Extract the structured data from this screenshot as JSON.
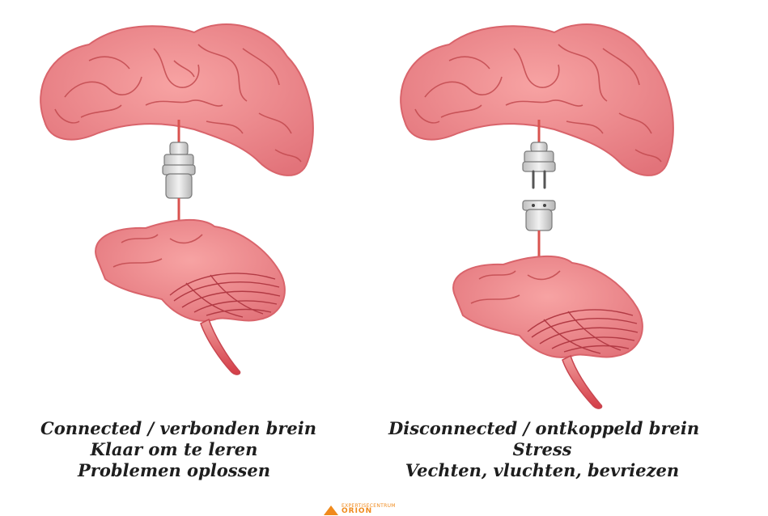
{
  "panels": [
    {
      "id": "connected",
      "lines": [
        "Connected / verbonden brein",
        "Klaar om te leren",
        "Problemen oplossen"
      ]
    },
    {
      "id": "disconnected",
      "lines": [
        "Disconnected / ontkoppeld brein",
        "Stress",
        "Vechten, vluchten, bevriezen"
      ]
    }
  ],
  "logo": {
    "small_text": "EXPERTISECENTRUM",
    "name": "ORION"
  },
  "colors": {
    "brain_fill": "#ef8a8a",
    "brain_line": "#c24a4f",
    "cord": "#d9534f",
    "plug": "#e6e6e6",
    "text": "#1e1e1e",
    "logo": "#f08a1c"
  }
}
